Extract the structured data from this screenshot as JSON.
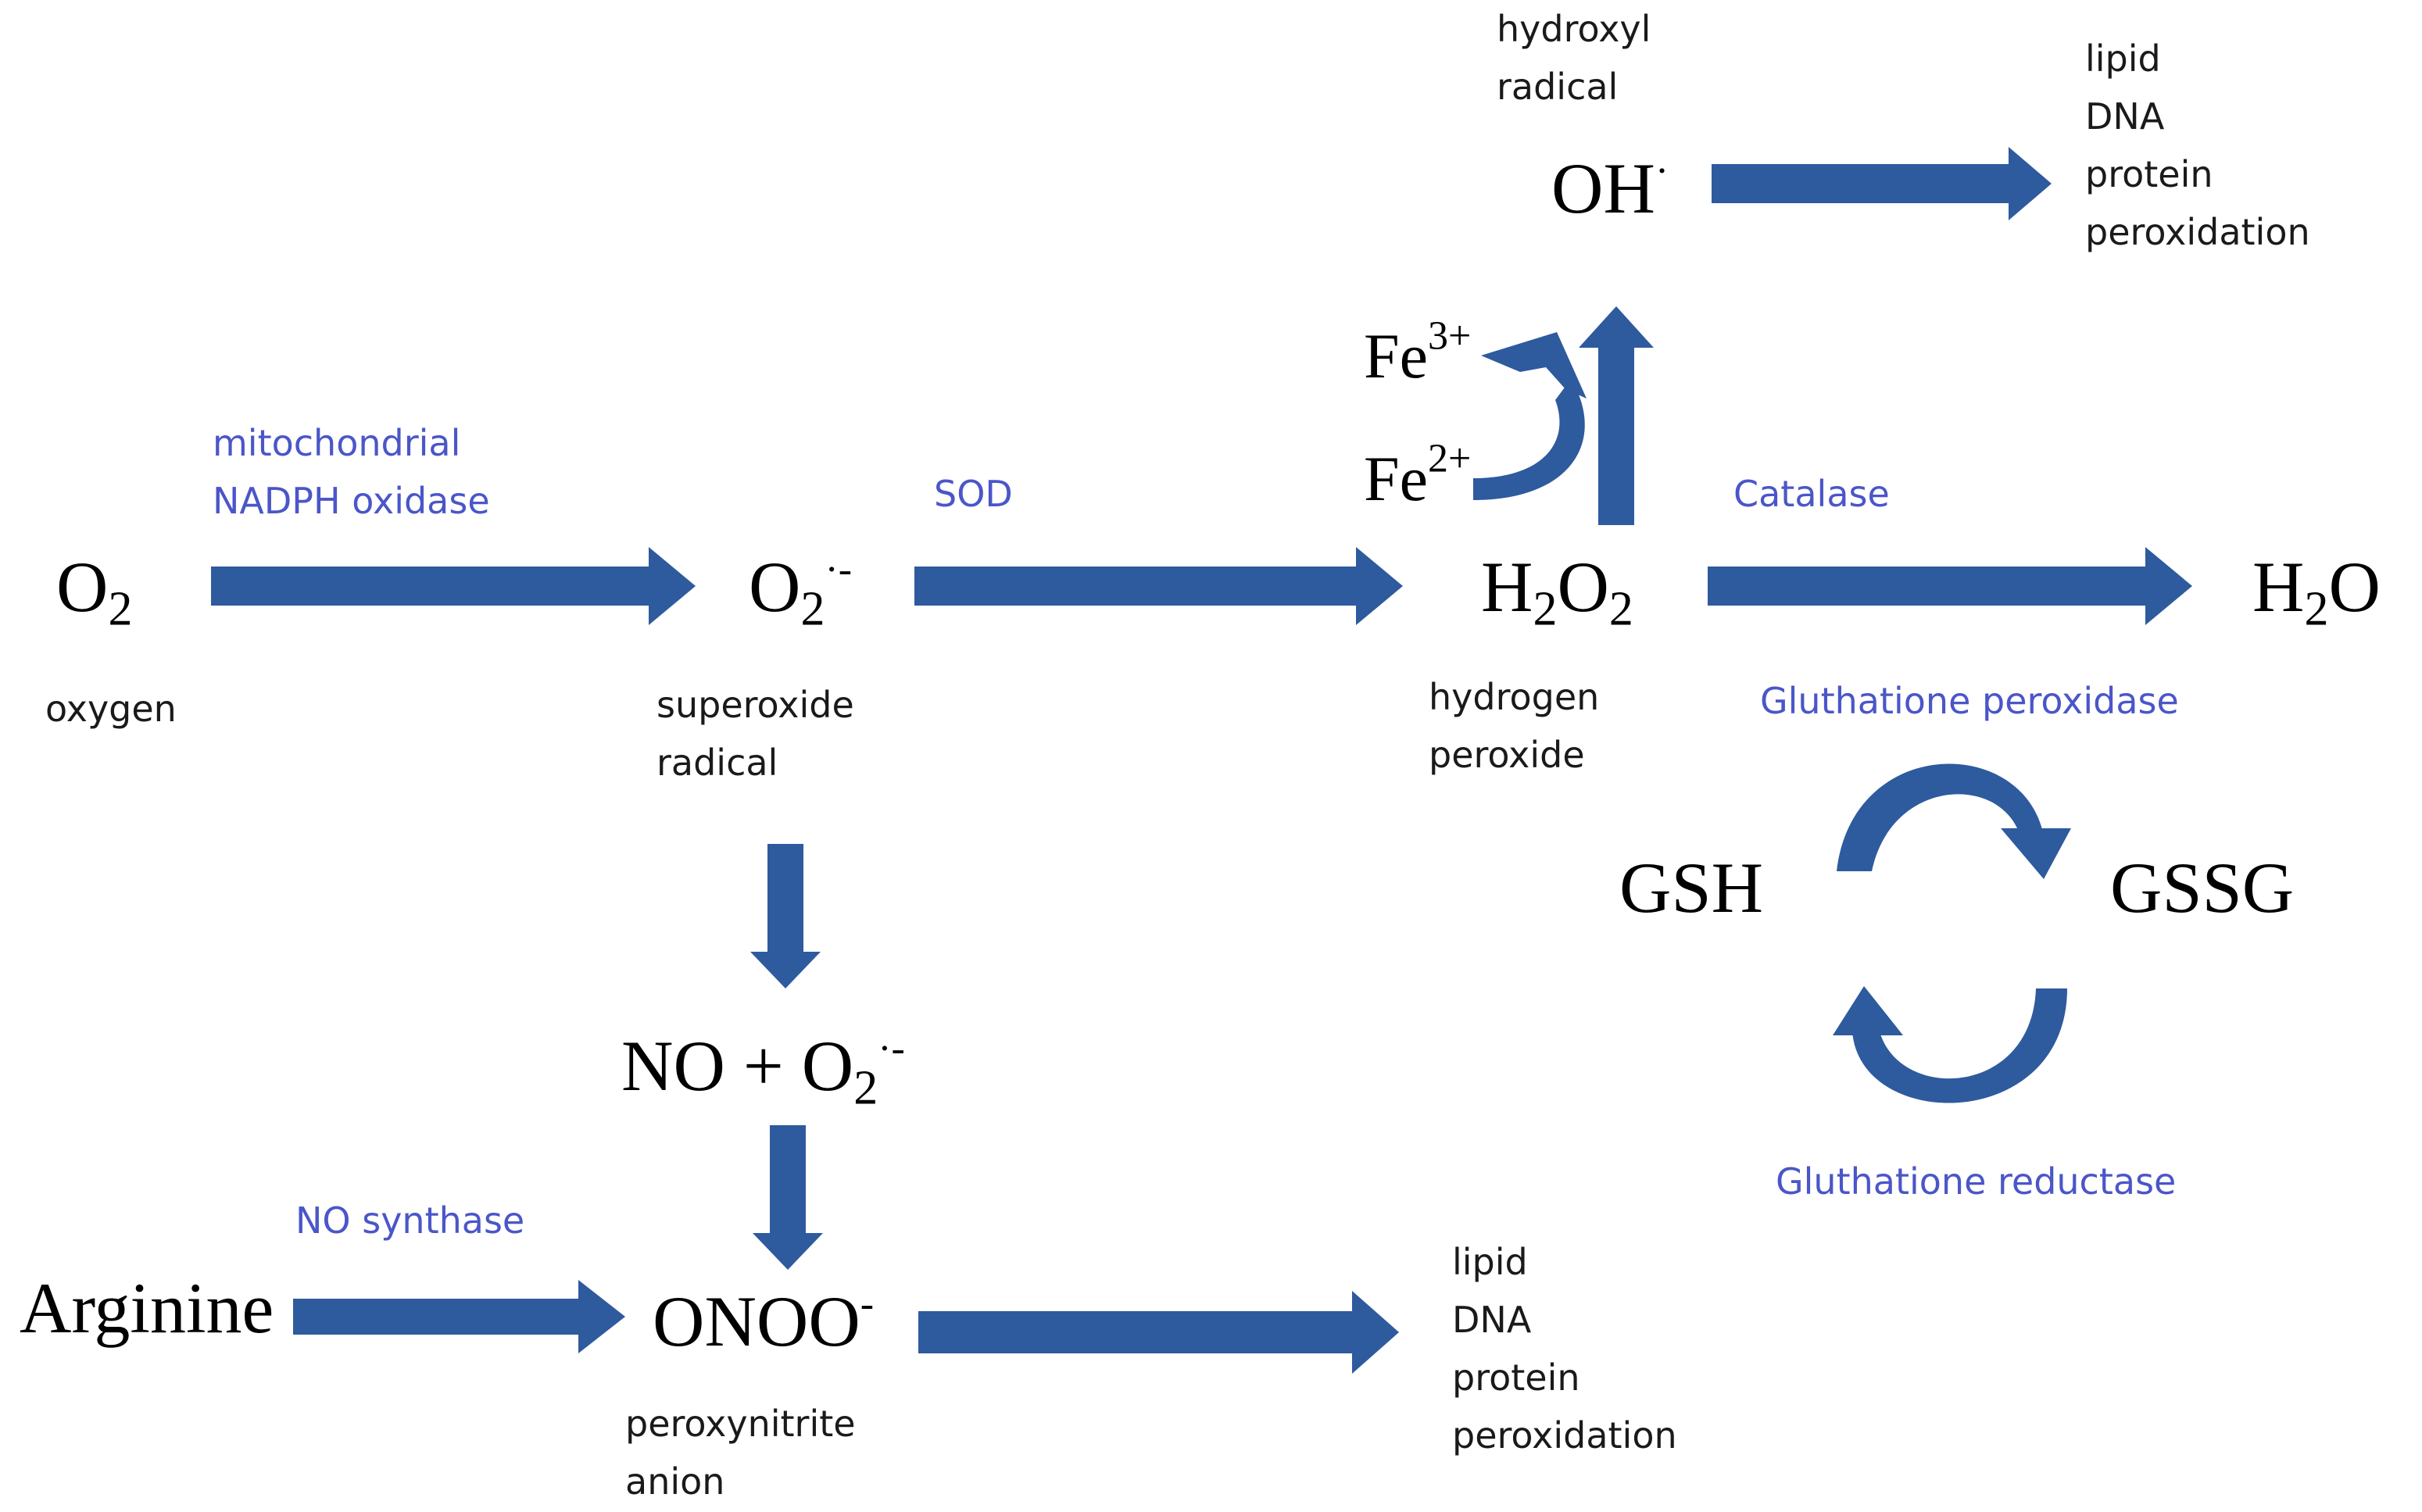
{
  "colors": {
    "arrow": "#2e5a9e",
    "enzyme_text": "#4a56c8"
  },
  "species": {
    "o2": {
      "base": "O",
      "sub": "2"
    },
    "superoxide": {
      "base": "O",
      "sub": "2",
      "sup": "·-"
    },
    "h2o2": {
      "b1": "H",
      "s1": "2",
      "b2": "O",
      "s2": "2"
    },
    "h2o": {
      "b1": "H",
      "s1": "2",
      "b2": "O"
    },
    "oh": {
      "base": "OH",
      "sup": "·"
    },
    "fe3": {
      "base": "Fe",
      "sup": "3+"
    },
    "fe2": {
      "base": "Fe",
      "sup": "2+"
    },
    "gsh": "GSH",
    "gssg": "GSSG",
    "no_plus_o2": {
      "base": "NO + O",
      "sub": "2",
      "sup": "·-"
    },
    "arginine": "Arginine",
    "onoo": {
      "base": "ONOO",
      "sup": "-"
    }
  },
  "labels": {
    "oxygen": "oxygen",
    "superoxide_radical": [
      "superoxide",
      "radical"
    ],
    "hydrogen_peroxide": [
      "hydrogen",
      "peroxide"
    ],
    "hydroxyl_radical": [
      "hydroxyl",
      "radical"
    ],
    "peroxynitrite_anion": [
      "peroxynitrite",
      "anion"
    ],
    "damage_top": [
      "lipid",
      "DNA",
      "protein",
      "peroxidation"
    ],
    "damage_bottom": [
      "lipid",
      "DNA",
      "protein",
      "peroxidation"
    ]
  },
  "enzymes": {
    "mito_nadph": [
      "mitochondrial",
      "NADPH oxidase"
    ],
    "sod": "SOD",
    "catalase": "Catalase",
    "gpx": "Gluthatione peroxidase",
    "gr": "Gluthatione reductase",
    "nos": "NO synthase"
  }
}
